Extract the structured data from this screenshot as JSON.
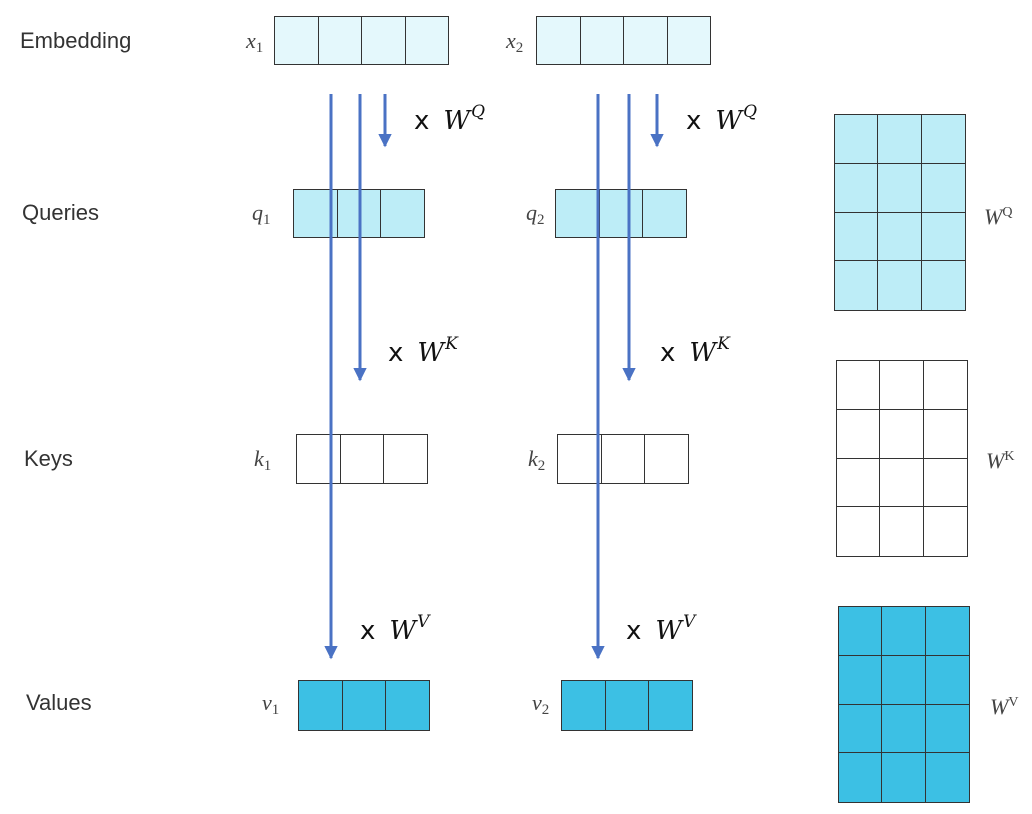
{
  "rows": {
    "embedding": "Embedding",
    "queries": "Queries",
    "keys": "Keys",
    "values": "Values"
  },
  "vectors": {
    "x1": {
      "base": "x",
      "sub": "1"
    },
    "x2": {
      "base": "x",
      "sub": "2"
    },
    "q1": {
      "base": "q",
      "sub": "1"
    },
    "q2": {
      "base": "q",
      "sub": "2"
    },
    "k1": {
      "base": "k",
      "sub": "1"
    },
    "k2": {
      "base": "k",
      "sub": "2"
    },
    "v1": {
      "base": "v",
      "sub": "1"
    },
    "v2": {
      "base": "v",
      "sub": "2"
    }
  },
  "multiply": {
    "x": "x",
    "w": "W",
    "q_sup": "Q",
    "k_sup": "K",
    "v_sup": "V"
  },
  "matrices": {
    "wq": {
      "base": "W",
      "sup": "Q"
    },
    "wk": {
      "base": "W",
      "sup": "K"
    },
    "wv": {
      "base": "W",
      "sup": "V"
    }
  },
  "colors": {
    "embedding_fill": "#e4f8fc",
    "query_fill": "#bdedf7",
    "key_fill": "#ffffff",
    "value_fill": "#3cc0e4",
    "wq_fill": "#bdedf7",
    "wk_fill": "#ffffff",
    "wv_fill": "#3cc0e4",
    "arrow": "#4a72c4"
  }
}
